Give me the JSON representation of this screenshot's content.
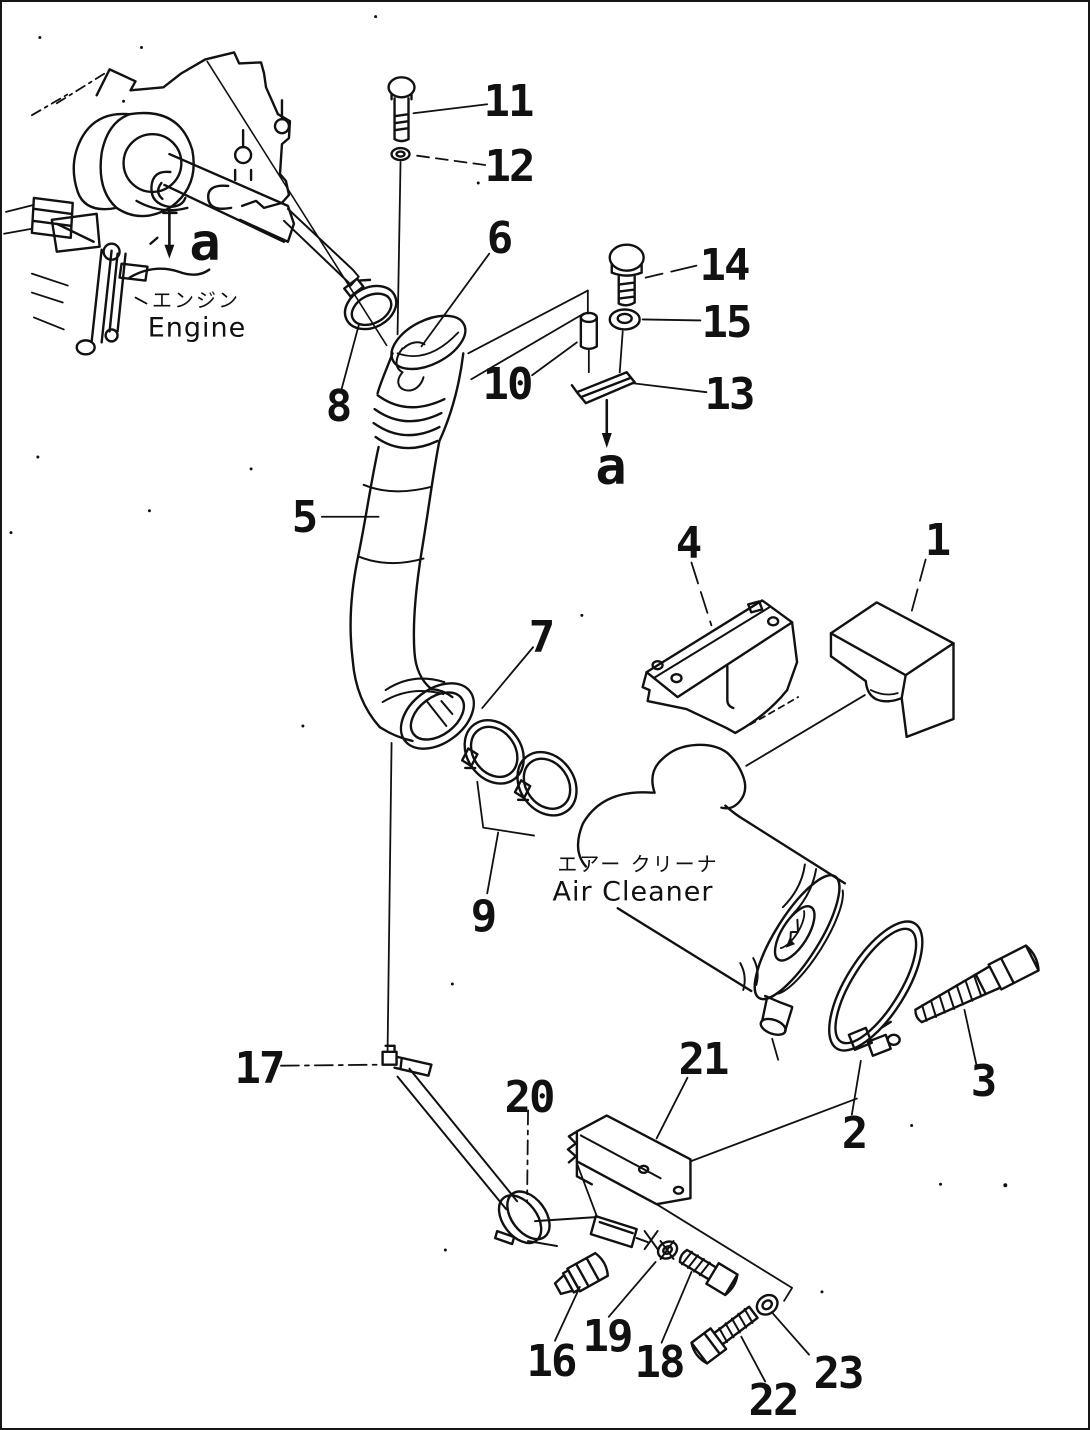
{
  "diagram": {
    "background": "#ffffff",
    "line_color": "#111111",
    "frame_color": "#161616"
  },
  "captions": {
    "engine_jp": "エンジン",
    "engine_en": "Engine",
    "air_cleaner_jp": "エアー クリーナ",
    "air_cleaner_en": "Air Cleaner"
  },
  "section_markers": [
    {
      "id": "a-engine",
      "text": "a"
    },
    {
      "id": "a-duct",
      "text": "a"
    }
  ],
  "callouts": [
    {
      "part": "1"
    },
    {
      "part": "2"
    },
    {
      "part": "3"
    },
    {
      "part": "4"
    },
    {
      "part": "5"
    },
    {
      "part": "6"
    },
    {
      "part": "7"
    },
    {
      "part": "8"
    },
    {
      "part": "9"
    },
    {
      "part": "10"
    },
    {
      "part": "11"
    },
    {
      "part": "12"
    },
    {
      "part": "13"
    },
    {
      "part": "14"
    },
    {
      "part": "15"
    },
    {
      "part": "16"
    },
    {
      "part": "17"
    },
    {
      "part": "18"
    },
    {
      "part": "19"
    },
    {
      "part": "20"
    },
    {
      "part": "21"
    },
    {
      "part": "22"
    },
    {
      "part": "23"
    }
  ]
}
